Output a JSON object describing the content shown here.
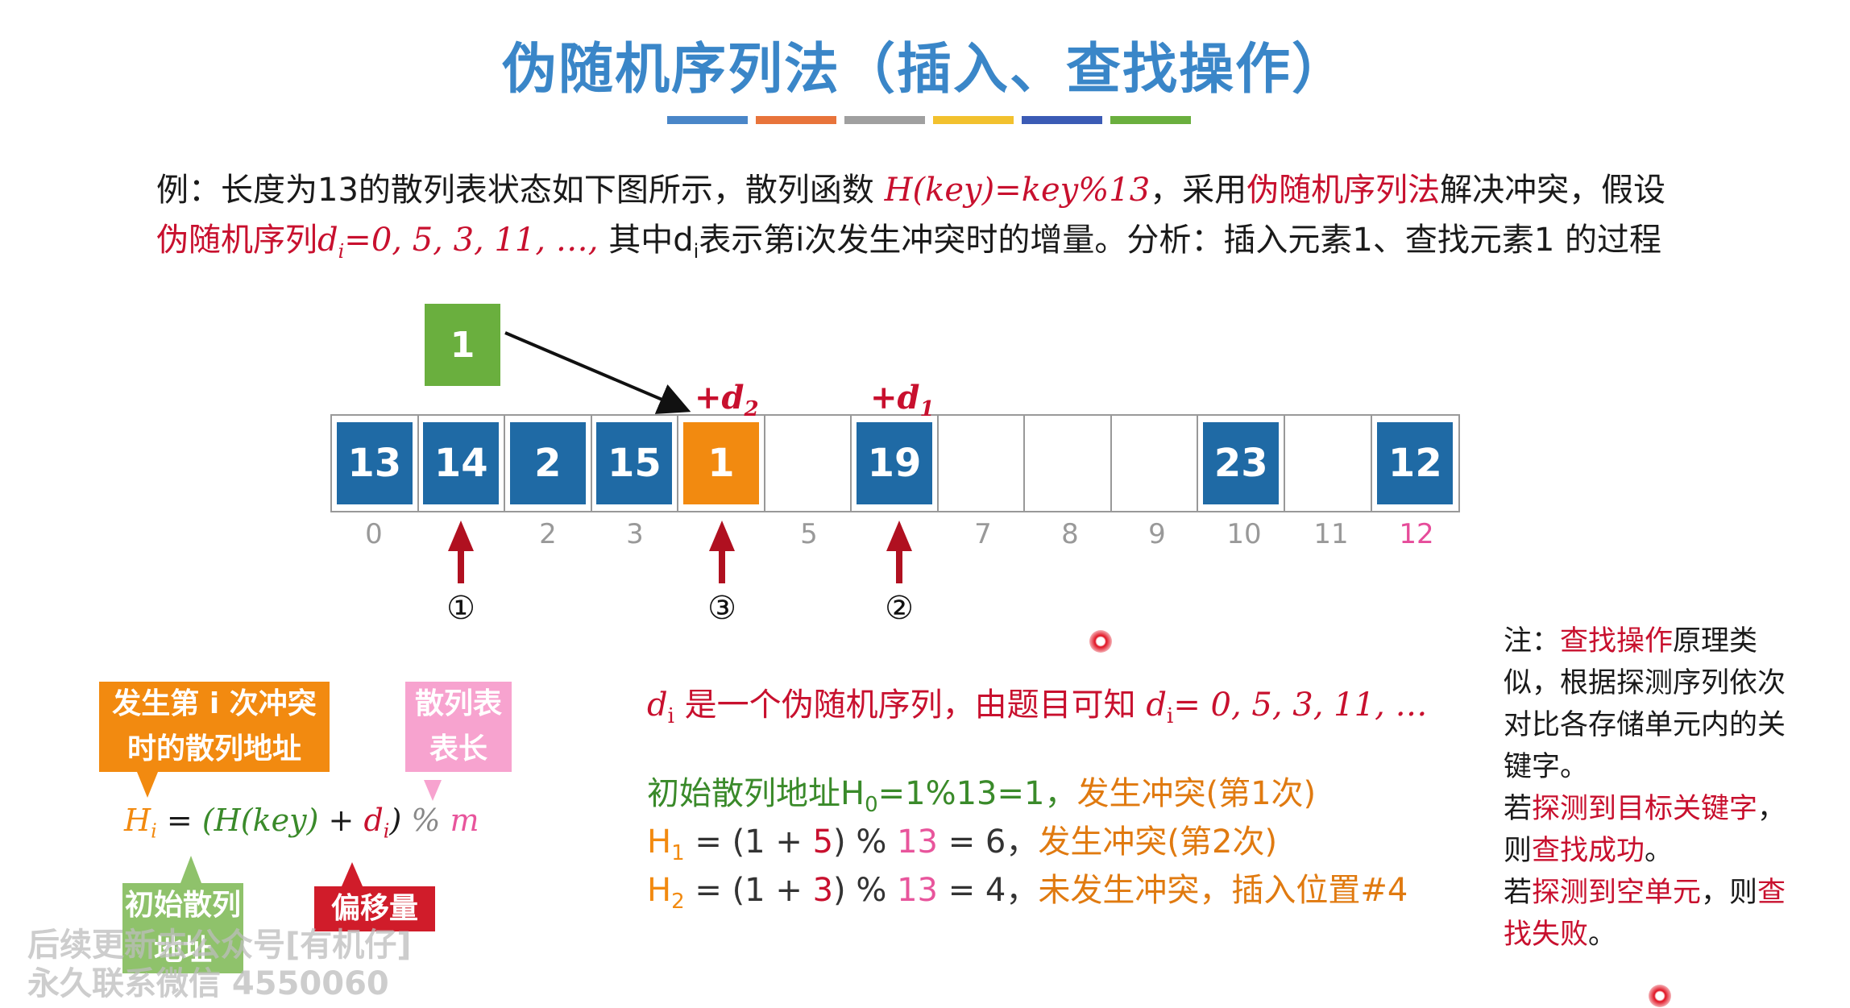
{
  "title": "伪随机序列法（插入、查找操作）",
  "title_color": "#3a86c8",
  "title_bar_colors": [
    "#4a86c8",
    "#e8743b",
    "#a0a0a0",
    "#f2c12e",
    "#3b5bb5",
    "#6aaf3e"
  ],
  "intro": {
    "line1_prefix": "例：长度为13的散列表状态如下图所示，散列函数 ",
    "hash_fn": "H(key)=key%13",
    "line1_mid": "，采用",
    "method": "伪随机序列法",
    "line1_suffix": "解决冲突，假设",
    "line2_red_prefix": "伪随机序列",
    "line2_math_d": "d",
    "line2_math_sub": "i",
    "line2_math_seq": "=0, 5, 3, 11, …,",
    "line2_mid": " 其中d",
    "line2_mid_sub": "i",
    "line2_suffix": "表示第i次发生冲突时的增量。分析：插入元素1、查找元素1 的过程"
  },
  "new_key": "1",
  "table": {
    "cells": [
      {
        "key": "13",
        "style": "blue"
      },
      {
        "key": "14",
        "style": "blue"
      },
      {
        "key": "2",
        "style": "blue"
      },
      {
        "key": "15",
        "style": "blue"
      },
      {
        "key": "1",
        "style": "orange"
      },
      {
        "key": "",
        "style": "empty"
      },
      {
        "key": "19",
        "style": "blue"
      },
      {
        "key": "",
        "style": "empty"
      },
      {
        "key": "",
        "style": "empty"
      },
      {
        "key": "",
        "style": "empty"
      },
      {
        "key": "23",
        "style": "blue"
      },
      {
        "key": "",
        "style": "empty"
      },
      {
        "key": "12",
        "style": "blue"
      }
    ],
    "indices": [
      "0",
      "",
      "2",
      "3",
      "",
      "5",
      "",
      "7",
      "8",
      "9",
      "10",
      "11",
      "12"
    ]
  },
  "d_labels": {
    "d2_prefix": "+d",
    "d2_sub": "2",
    "d1_prefix": "+d",
    "d1_sub": "1"
  },
  "probe_markers": [
    "①",
    "③",
    "②"
  ],
  "formula_legend": {
    "conflict_addr_badge": "发生第 i 次冲突时的散列地址",
    "table_len_badge": "散列表表长",
    "initial_addr_badge": "初始散列地址",
    "offset_badge": "偏移量",
    "formula_H": "H",
    "formula_H_sub": "i",
    "formula_eq": " = ",
    "formula_Hkey": "(H(key)",
    "formula_plus": " + ",
    "formula_d": "d",
    "formula_d_sub": "i",
    "formula_close": ")",
    "formula_mod": " % ",
    "formula_m": "m",
    "colors": {
      "orange": "#f28a10",
      "pink": "#e8559c",
      "green": "#6aaf3e",
      "red": "#d01c2a"
    }
  },
  "explanation": {
    "seq_d": "d",
    "seq_sub": "i",
    "seq_text1": " 是一个伪随机序列，由题目可知 ",
    "seq_d2": "d",
    "seq_sub2": "i",
    "seq_text2": "= 0, 5, 3, 11, …",
    "line1_a": "初始散列地址H",
    "line1_sub": "0",
    "line1_b": "=1%13=1，",
    "line1_c": "发生冲突(第1次)",
    "line2_H": "H",
    "line2_sub": "1",
    "line2_a": " = (1 + ",
    "line2_d": "5",
    "line2_b": ") % ",
    "line2_m": "13",
    "line2_c": " = 6，",
    "line2_d_text": "发生冲突(第2次)",
    "line3_H": "H",
    "line3_sub": "2",
    "line3_a": " = (1 + ",
    "line3_d": "3",
    "line3_b": ") % ",
    "line3_m": "13",
    "line3_c": " = 4，",
    "line3_d_text": "未发生冲突，插入位置#4"
  },
  "note": {
    "l1_a": "注：",
    "l1_red": "查找操作",
    "l1_b": "原理类",
    "l2": "似，根据探测序列依次",
    "l3": "对比各存储单元内的关",
    "l4": "键字。",
    "l5_a": "若",
    "l5_red": "探测到目标关键字",
    "l5_b": "，",
    "l6_a": "则",
    "l6_red": "查找成功",
    "l6_b": "。",
    "l7_a": "若",
    "l7_red": "探测到空单元",
    "l7_b": "，则",
    "l7_red2": "查",
    "l8_red": "找失败",
    "l8_b": "。"
  },
  "watermark": {
    "line1": "后续更新去公众号[有机仔]",
    "line2": "永久联系微信 4550060"
  }
}
